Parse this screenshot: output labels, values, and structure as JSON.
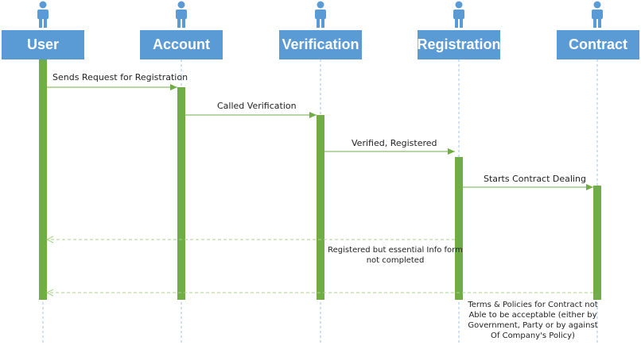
{
  "diagram": {
    "participants": [
      {
        "id": "user",
        "label": "User"
      },
      {
        "id": "account",
        "label": "Account"
      },
      {
        "id": "verification",
        "label": "Verification"
      },
      {
        "id": "registration",
        "label": "Registration"
      },
      {
        "id": "contract",
        "label": "Contract"
      }
    ],
    "messages": [
      {
        "from": "user",
        "to": "account",
        "label": "Sends Request for Registration",
        "style": "solid"
      },
      {
        "from": "account",
        "to": "verification",
        "label": "Called Verification",
        "style": "solid"
      },
      {
        "from": "verification",
        "to": "registration",
        "label": "Verified, Registered",
        "style": "solid"
      },
      {
        "from": "registration",
        "to": "contract",
        "label": "Starts Contract Dealing",
        "style": "solid"
      },
      {
        "from": "registration",
        "to": "user",
        "label_lines": [
          "Registered but essential Info form",
          "not completed"
        ],
        "style": "dashed"
      },
      {
        "from": "contract",
        "to": "user",
        "label_lines": [
          "Terms & Policies for Contract not",
          "Able to be acceptable (either by",
          "Government, Party or by against",
          "Of Company's Policy)"
        ],
        "style": "dashed"
      }
    ],
    "colors": {
      "participant_box": "#5b9bd5",
      "lifeline": "#9dc3e6",
      "activation": "#70ad47",
      "message": "#70ad47",
      "return_message": "#a9d18e"
    },
    "icon": "person-icon"
  }
}
